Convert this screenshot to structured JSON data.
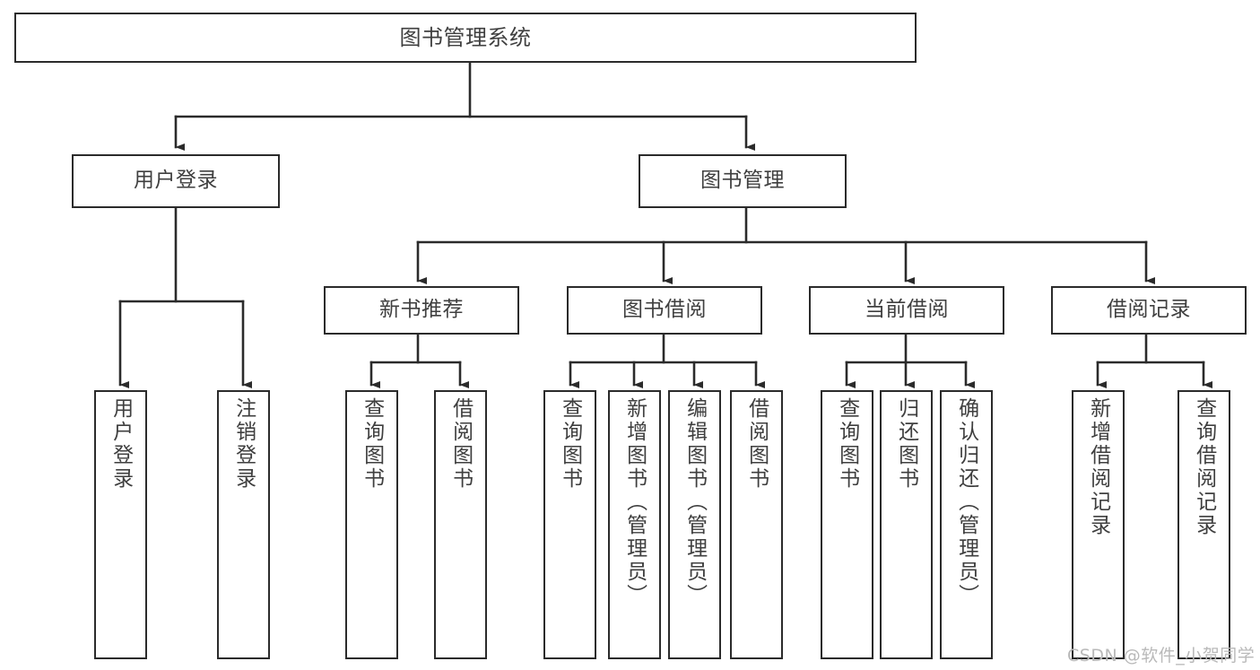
{
  "diagram": {
    "title": "图书管理系统",
    "type": "tree-hierarchy-chart",
    "watermark": "CSDN @软件_小贺同学",
    "colors": {
      "stroke": "#2b2b2b",
      "fill": "#ffffff",
      "text": "#3f3f3f",
      "watermark": "#b9b9b9"
    },
    "levels": {
      "root": {
        "label": "图书管理系统"
      },
      "level1": [
        {
          "label": "用户登录"
        },
        {
          "label": "图书管理"
        }
      ],
      "level2": [
        {
          "label": "新书推荐"
        },
        {
          "label": "图书借阅"
        },
        {
          "label": "当前借阅"
        },
        {
          "label": "借阅记录"
        }
      ],
      "leaves": {
        "user_login": [
          {
            "label": "用户登录"
          },
          {
            "label": "注销登录"
          }
        ],
        "new_book_recommend": [
          {
            "label": "查询图书"
          },
          {
            "label": "借阅图书"
          }
        ],
        "book_borrow": [
          {
            "label": "查询图书"
          },
          {
            "label": "新增图书（管理员）"
          },
          {
            "label": "编辑图书（管理员）"
          },
          {
            "label": "借阅图书"
          }
        ],
        "current_borrow": [
          {
            "label": "查询图书"
          },
          {
            "label": "归还图书"
          },
          {
            "label": "确认归还（管理员）"
          }
        ],
        "borrow_record": [
          {
            "label": "新增借阅记录"
          },
          {
            "label": "查询借阅记录"
          }
        ]
      }
    }
  }
}
